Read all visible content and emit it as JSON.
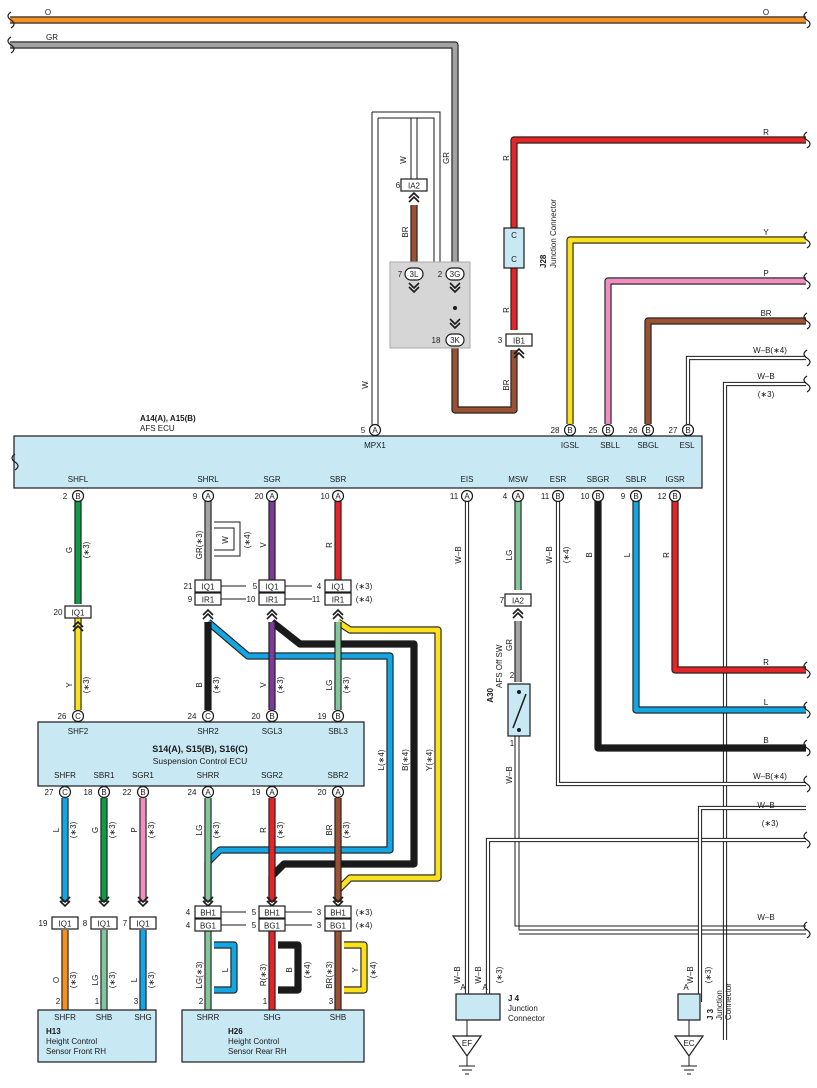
{
  "colors": {
    "O": "#f29222",
    "GR": "#a2a2a2",
    "R": "#e42527",
    "Y": "#fbe11c",
    "P": "#ef8fbf",
    "BR": "#9b5134",
    "B": "#1a1a1a",
    "G": "#109b48",
    "V": "#7b3b96",
    "L": "#14a6e3",
    "LG": "#82c79c",
    "W": "#ffffff",
    "box": "#c8e8f4",
    "shade": "#d6d6d6"
  },
  "wires": {
    "o": "O",
    "gr": "GR",
    "w": "W",
    "br": "BR",
    "r": "R",
    "c": "C",
    "y": "Y",
    "p": "P",
    "wb": "W–B",
    "wb4": "W–B(∗4)",
    "n3": "(∗3)",
    "n4": "(∗4)",
    "g": "G",
    "v": "V",
    "b": "B",
    "lg": "LG",
    "l": "L",
    "gr3": "GR(∗3)",
    "l4": "L(∗4)",
    "b4": "B(∗4)",
    "y4": "Y(∗4)",
    "lg3": "LG(∗3)",
    "r3": "R(∗3)",
    "br3": "BR(∗3)"
  },
  "components": {
    "afs_ecu": {
      "id": "A14(A), A15(B)",
      "name": "AFS ECU",
      "top_pins": [
        "MPX1",
        "IGSL",
        "SBLL",
        "SBGL",
        "ESL"
      ],
      "bottom_pins": [
        "SHFL",
        "SHRL",
        "SGR",
        "SBR",
        "EIS",
        "MSW",
        "ESR",
        "SBGR",
        "SBLR",
        "IGSR"
      ]
    },
    "susp_ecu": {
      "id": "S14(A), S15(B), S16(C)",
      "name": "Suspension Control ECU",
      "top_pins": [
        "SHF2",
        "SHR2",
        "SGL3",
        "SBL3"
      ],
      "bottom_pins": [
        "SHFR",
        "SBR1",
        "SGR1",
        "SHRR",
        "SGR2",
        "SBR2"
      ]
    },
    "h13": {
      "id": "H13",
      "name": "Height Control",
      "name2": "Sensor Front RH",
      "pins": [
        "SHFR",
        "SHB",
        "SHG"
      ]
    },
    "h26": {
      "id": "H26",
      "name": "Height Control",
      "name2": "Sensor Rear RH",
      "pins": [
        "SHRR",
        "SHG",
        "SHB"
      ]
    },
    "j28": {
      "id": "J28",
      "name": "Junction Connector"
    },
    "a30": {
      "id": "A30",
      "name": "AFS Off SW"
    },
    "j4": {
      "id": "J 4",
      "name": "Junction",
      "name2": "Connector"
    },
    "j3": {
      "id": "J 3",
      "name": "Junction",
      "name2": "Connector"
    },
    "ef": "EF",
    "ec": "EC"
  },
  "connectors": {
    "ia2": "IA2",
    "ib1": "IB1",
    "iq1": "IQ1",
    "ir1": "IR1",
    "bh1": "BH1",
    "bg1": "BG1",
    "c3l": "3L",
    "c3g": "3G",
    "c3k": "3K"
  },
  "pin_letters": {
    "a": "A",
    "b": "B",
    "c": "C"
  },
  "pin_numbers": {
    "n2": "2",
    "n3": "3",
    "n4": "4",
    "n5": "5",
    "n6": "6",
    "n7": "7",
    "n8": "8",
    "n9": "9",
    "n10": "10",
    "n11": "11",
    "n12": "12",
    "n18": "18",
    "n19": "19",
    "n20": "20",
    "n21": "21",
    "n22": "22",
    "n24": "24",
    "n25": "25",
    "n26": "26",
    "n27": "27",
    "n28": "28",
    "n1": "1"
  }
}
